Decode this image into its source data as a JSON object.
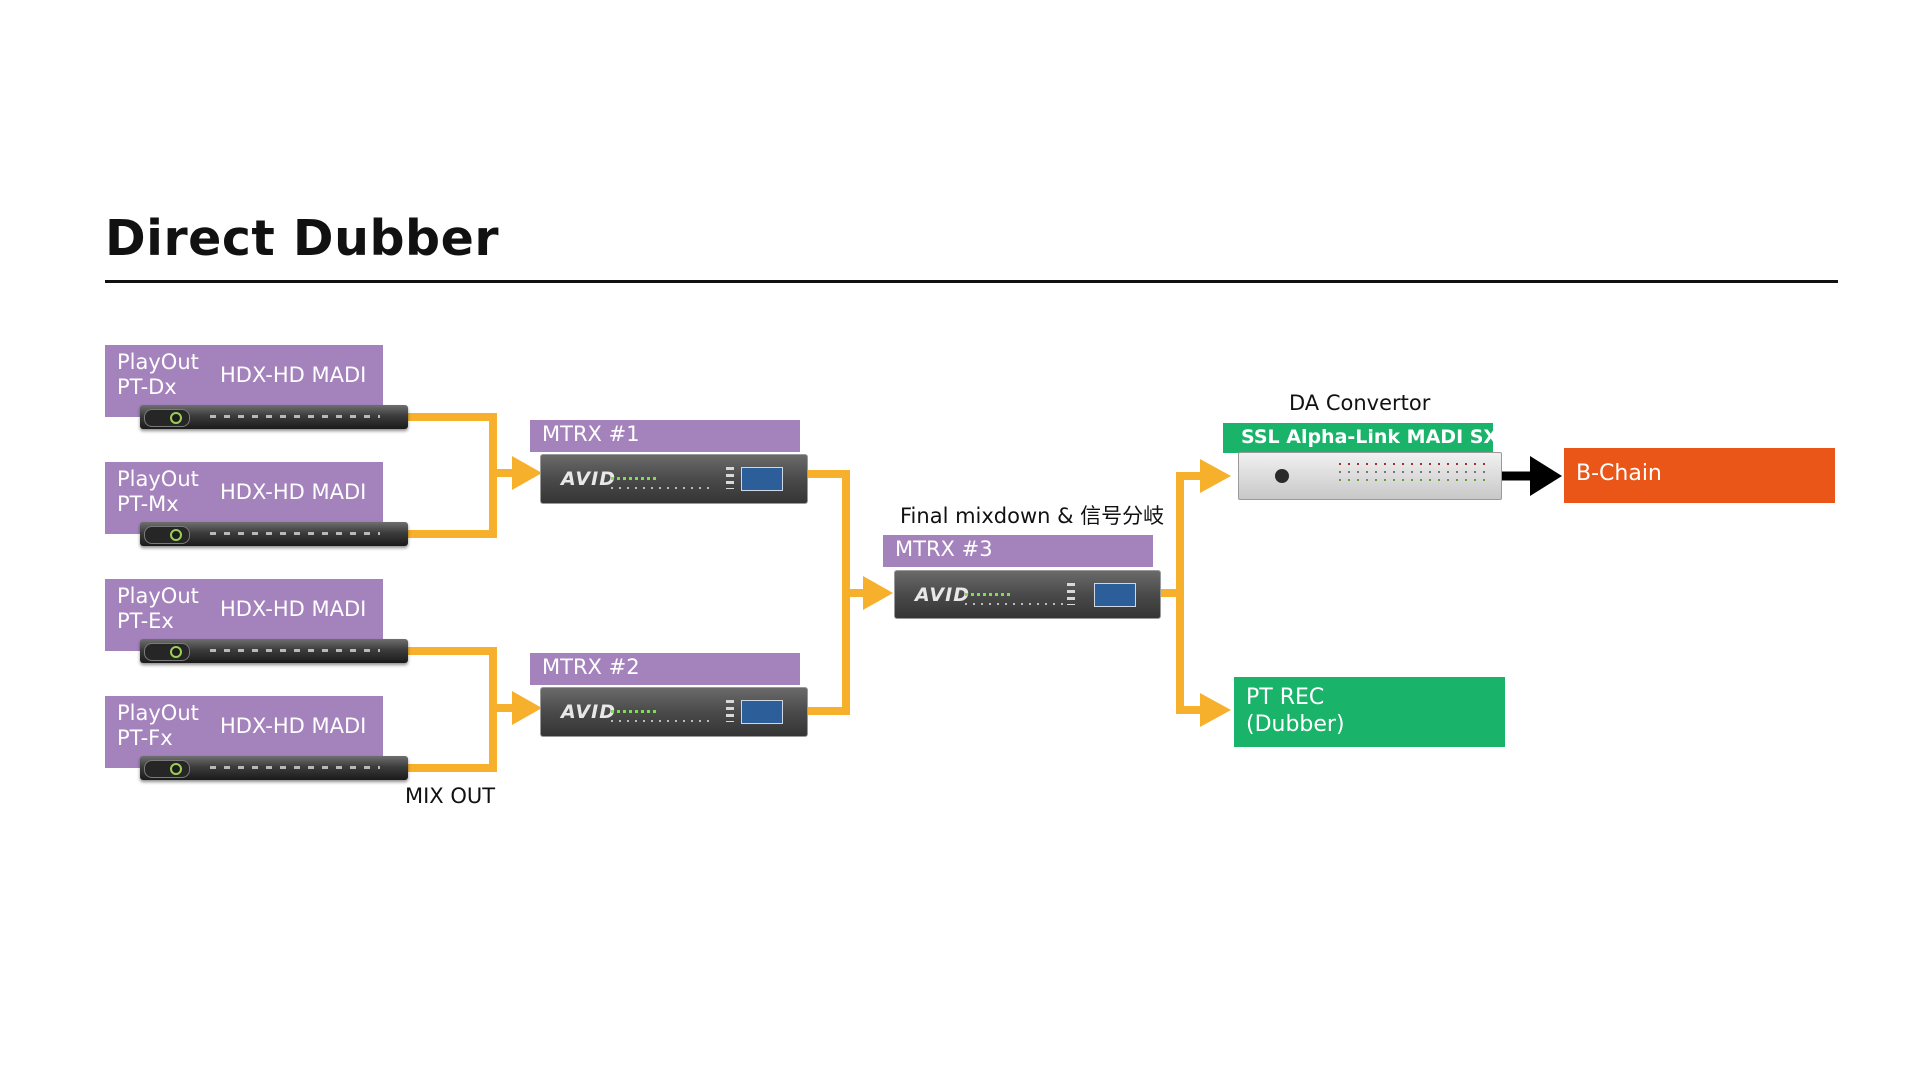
{
  "title": "Direct Dubber",
  "playouts": [
    {
      "line1": "PlayOut",
      "line2": "PT-Dx",
      "card": "HDX-HD MADI"
    },
    {
      "line1": "PlayOut",
      "line2": "PT-Mx",
      "card": "HDX-HD MADI"
    },
    {
      "line1": "PlayOut",
      "line2": "PT-Ex",
      "card": "HDX-HD MADI"
    },
    {
      "line1": "PlayOut",
      "line2": "PT-Fx",
      "card": "HDX-HD MADI"
    }
  ],
  "mix_out_label": "MIX OUT",
  "mtrx": [
    {
      "label": "MTRX #1",
      "brand": "AVID"
    },
    {
      "label": "MTRX #2",
      "brand": "AVID"
    },
    {
      "label": "MTRX #3",
      "brand": "AVID"
    }
  ],
  "final_mixdown_label": "Final mixdown & 信号分岐",
  "da_convertor": {
    "heading": "DA Convertor",
    "label": "SSL Alpha-Link MADI SX"
  },
  "b_chain": "B-Chain",
  "pt_rec": {
    "line1": "PT REC",
    "line2": "(Dubber)"
  },
  "colors": {
    "purple": "#a482bb",
    "green": "#19b36a",
    "orange": "#e95618",
    "connector": "#f6b02c",
    "arrow_black": "#000000"
  }
}
